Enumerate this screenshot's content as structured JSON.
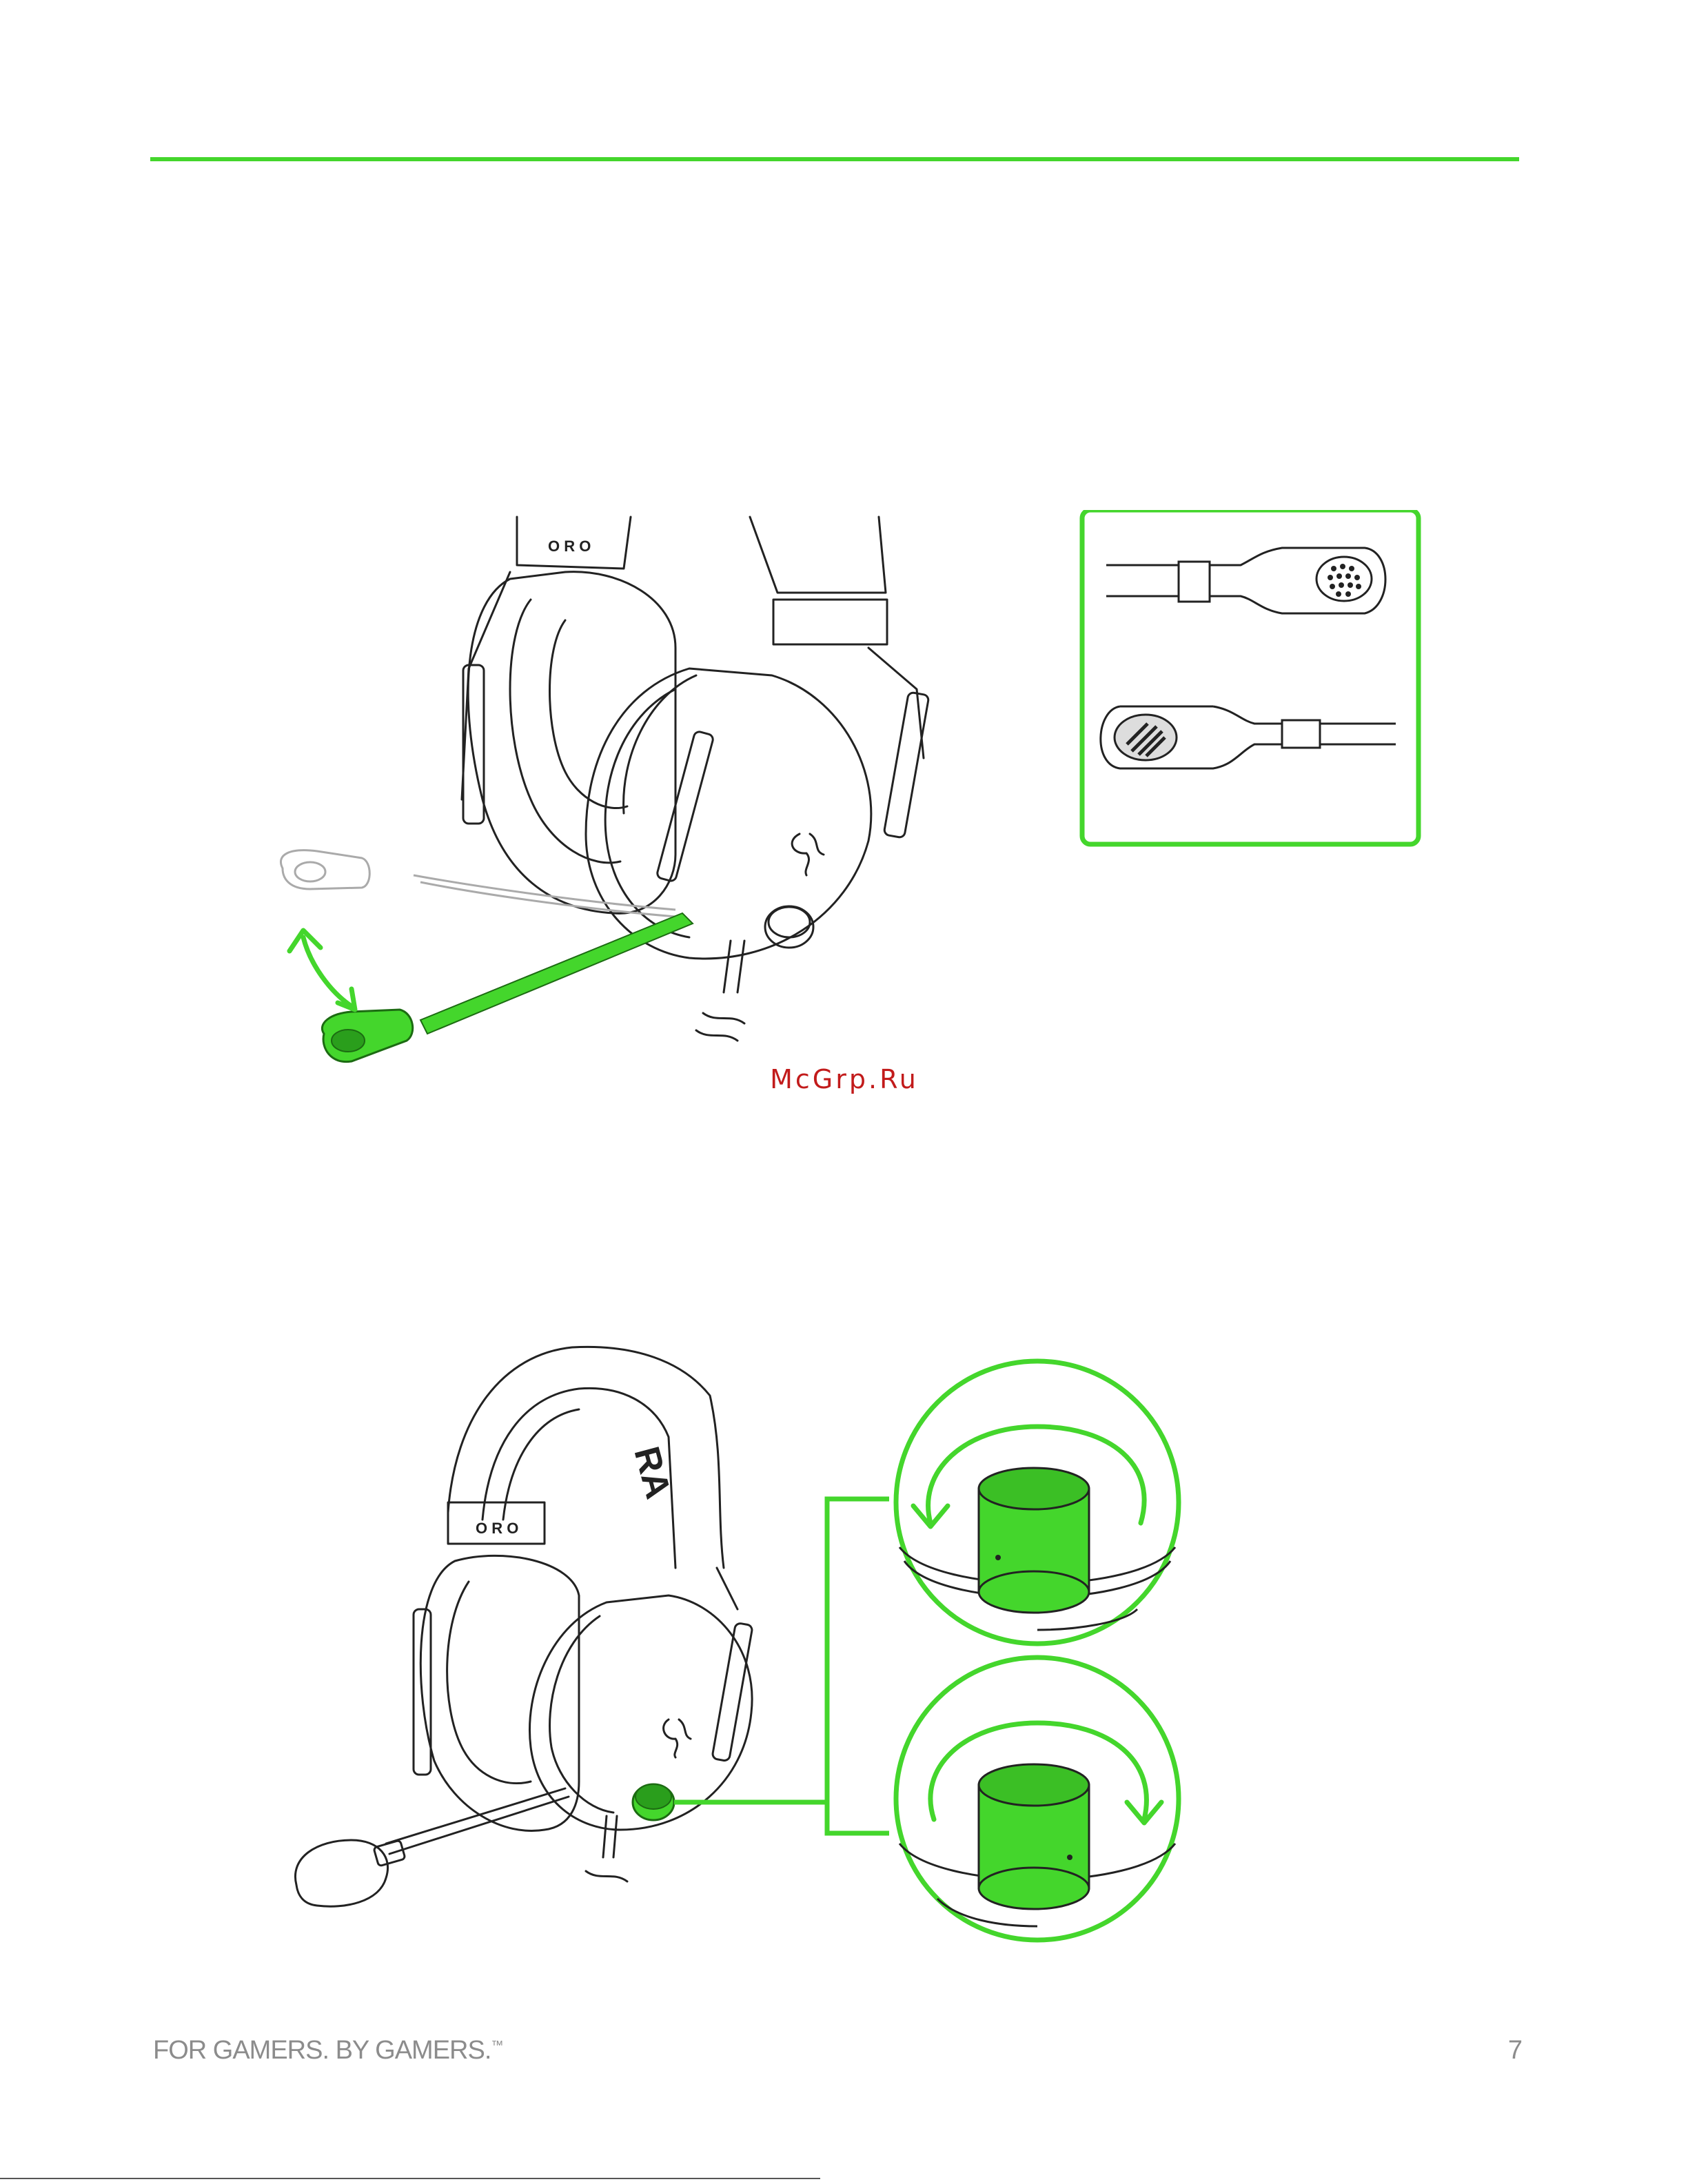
{
  "brand": {
    "accent_color": "#44d62c",
    "text_color": "#8c8c8c"
  },
  "watermark": "McGrp.Ru",
  "figures": [
    {
      "name": "boom-mic-positioning",
      "icons": [
        "headset-illustration",
        "boom-mic-up-position",
        "boom-mic-down-position",
        "bidirectional-arrow-icon",
        "mic-tip-inset"
      ],
      "headband_letters": "O R O"
    },
    {
      "name": "volume-dial-rotation",
      "icons": [
        "headset-illustration",
        "volume-dial",
        "clockwise-arrow-icon",
        "counterclockwise-arrow-icon"
      ],
      "headband_letters": "O R O",
      "headband_brand": "RA"
    }
  ],
  "footer": {
    "tagline": "FOR GAMERS. BY GAMERS.",
    "trademark": "™",
    "page_number": "7"
  }
}
